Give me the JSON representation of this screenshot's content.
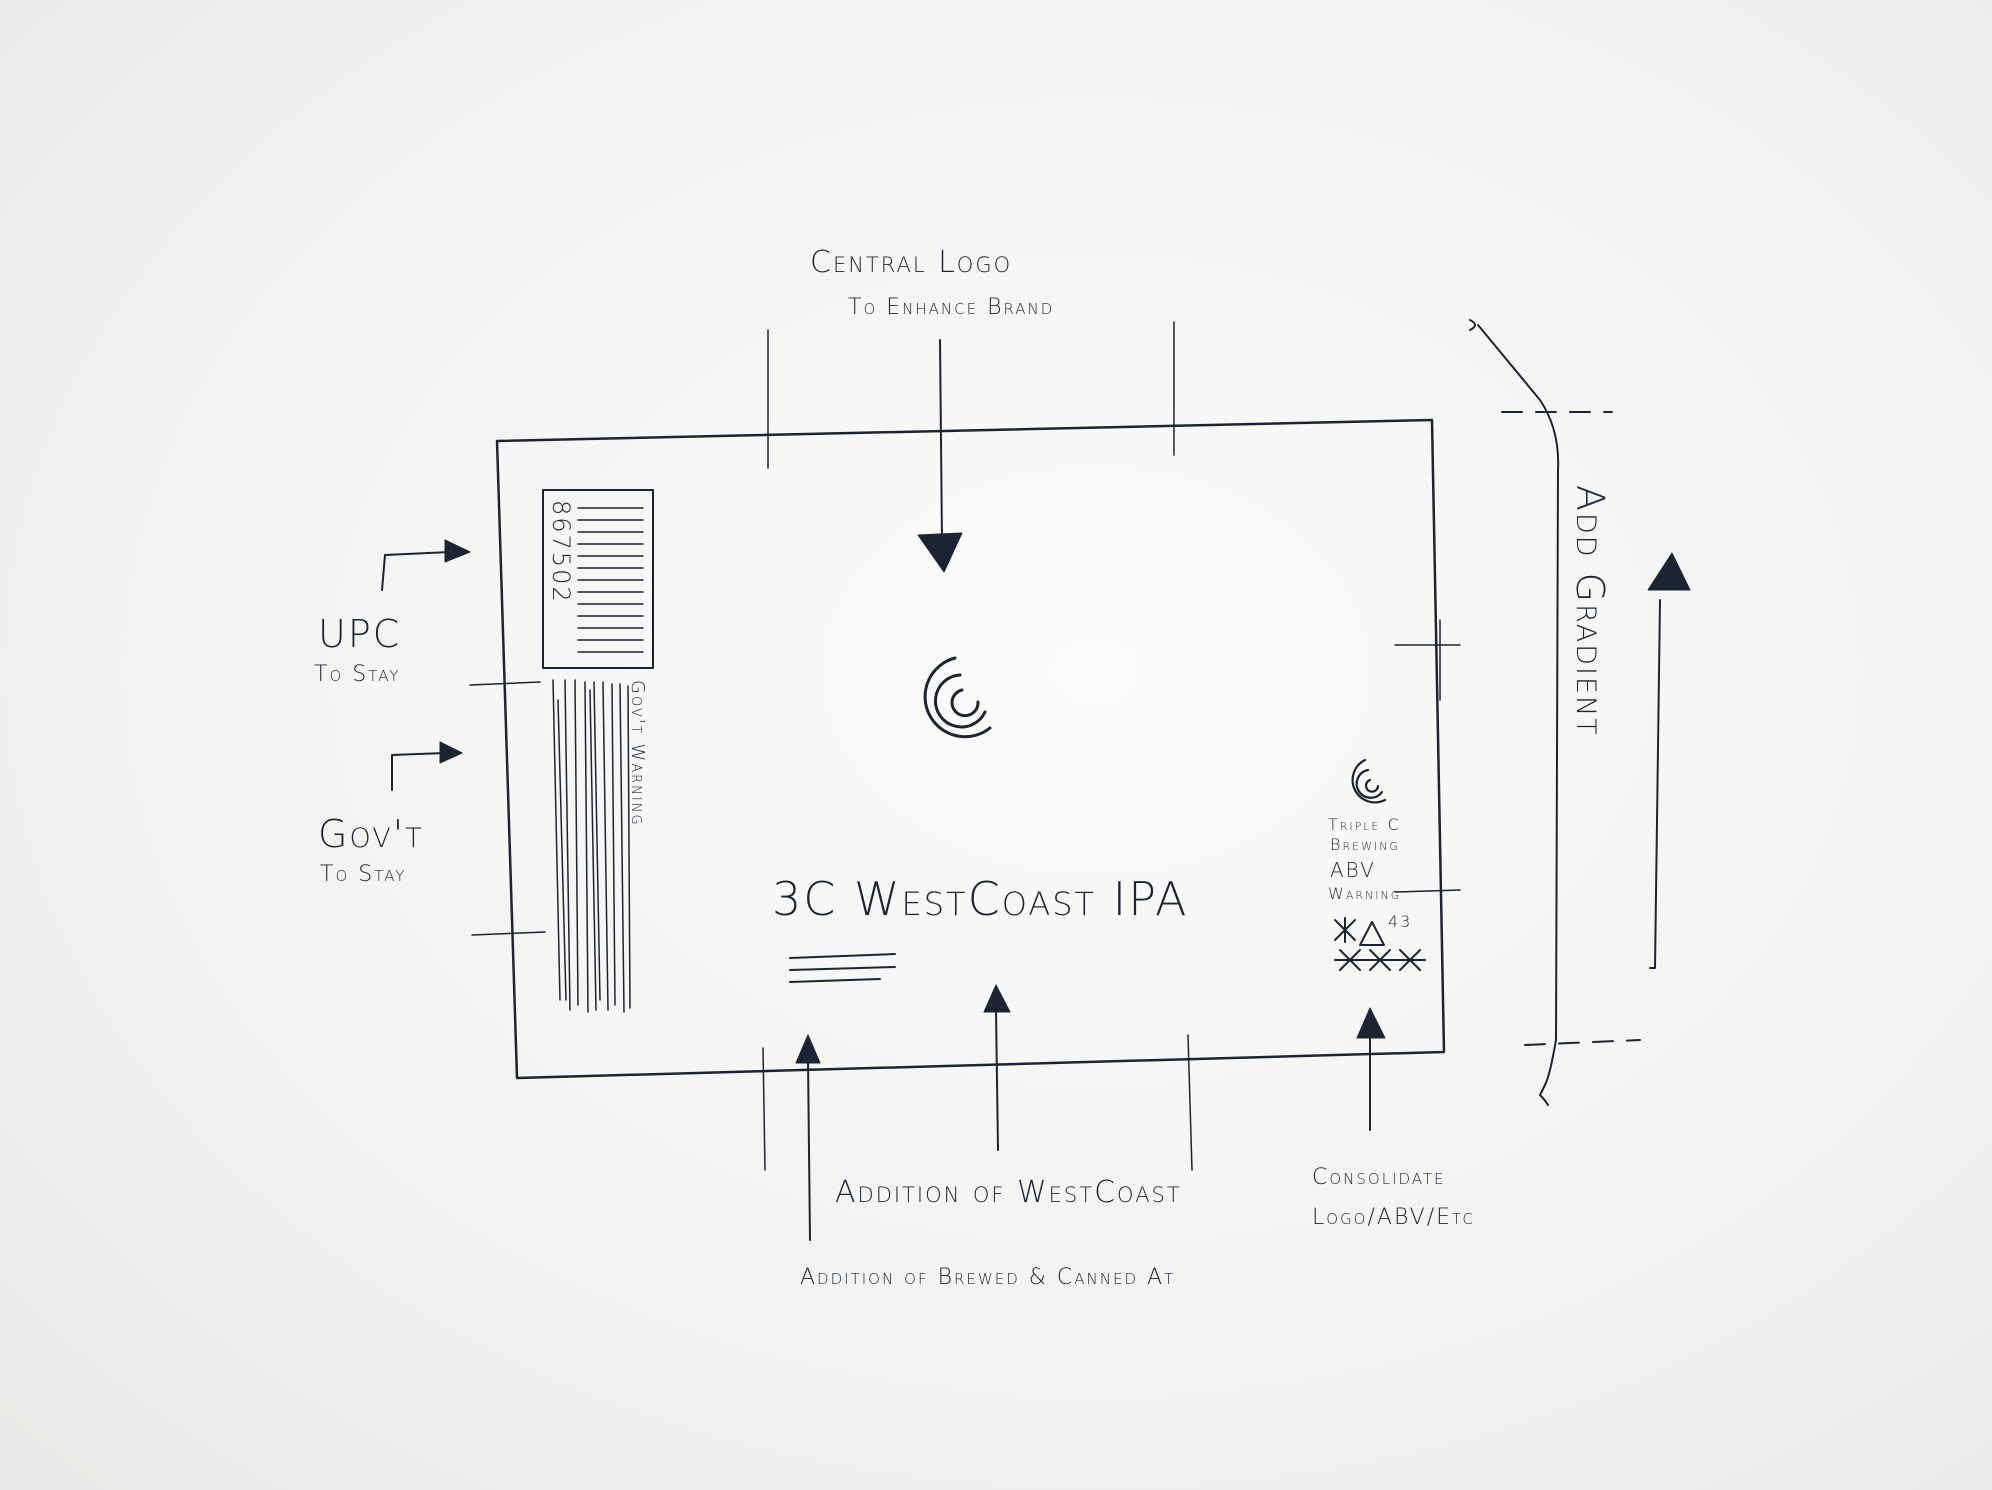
{
  "annotations": {
    "central_logo": "Central Logo",
    "central_logo_sub": "To Enhance Brand",
    "add_gradient": "Add Gradient",
    "upc": "UPC",
    "upc_sub": "To Stay",
    "govt": "Gov't",
    "govt_sub": "To Stay",
    "addition_westcoast": "Addition of WestCoast",
    "addition_brewed": "Addition of Brewed & Canned At",
    "consolidate_line1": "Consolidate",
    "consolidate_line2": "Logo/ABV/Etc"
  },
  "label": {
    "product_name": "3C WestCoast IPA",
    "upc_number": "867502",
    "govt_warning": "Gov't Warning",
    "side_line1": "Triple C",
    "side_line2": "Brewing",
    "side_line3": "ABV",
    "side_line4": "Warning",
    "side_line5": "43"
  },
  "colors": {
    "ink": "#1c2333",
    "paper": "#f5f6f4"
  },
  "icons": {
    "logo": "triple-c-logo-icon"
  }
}
